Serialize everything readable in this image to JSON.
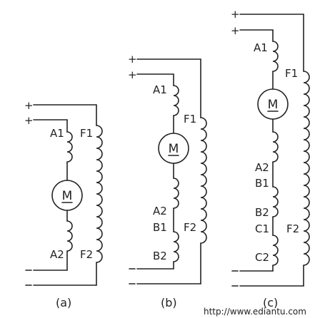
{
  "diagrams": {
    "a": {
      "caption": "(a)",
      "labels": [
        "A1",
        "F1",
        "M",
        "A2",
        "F2"
      ],
      "polarity": {
        "plus": "+",
        "minus": "-"
      }
    },
    "b": {
      "caption": "(b)",
      "labels": [
        "A1",
        "F1",
        "M",
        "A2",
        "B1",
        "F2",
        "B2"
      ],
      "polarity": {
        "plus": "+",
        "minus": "-"
      }
    },
    "c": {
      "caption": "(c)",
      "labels": [
        "A1",
        "F1",
        "M",
        "A2",
        "B1",
        "B2",
        "C1",
        "F2",
        "C2"
      ],
      "polarity": {
        "plus": "+",
        "minus": "-"
      }
    }
  },
  "watermark": "http://www.ediantu.com"
}
